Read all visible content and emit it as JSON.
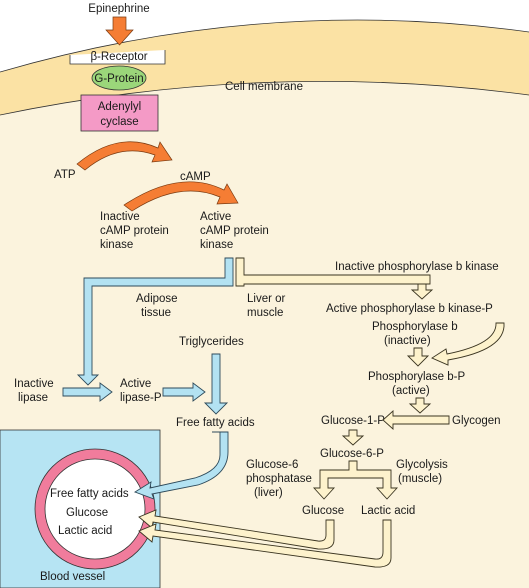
{
  "colors": {
    "cell_fill": "#fbf3dd",
    "membrane": "#fbe2a4",
    "membrane_edge": "#333333",
    "gprotein": "#9bd67a",
    "adenylyl_cyclase": "#f49ac6",
    "orange_arrow": "#f57d34",
    "blue_arrow": "#b3e2f2",
    "yellow_arrow": "#fdf2cc",
    "blood_vessel": "#b6e4f3",
    "vessel_ring": "#f07c9c"
  },
  "labels": {
    "epinephrine": "Epinephrine",
    "beta_receptor": "β-Receptor",
    "g_protein": "G-Protein",
    "cell_membrane": "Cell membrane",
    "adenylyl_cyclase_1": "Adenylyl",
    "adenylyl_cyclase_2": "cyclase",
    "atp": "ATP",
    "camp": "cAMP",
    "inactive_pk_1": "Inactive",
    "inactive_pk_2": "cAMP protein",
    "inactive_pk_3": "kinase",
    "active_pk_1": "Active",
    "active_pk_2": "cAMP protein",
    "active_pk_3": "kinase",
    "inactive_phosphorylase_b_kinase": "Inactive phosphorylase b kinase",
    "adipose_1": "Adipose",
    "adipose_2": "tissue",
    "liver_muscle_1": "Liver or",
    "liver_muscle_2": "muscle",
    "active_phosphorylase_b_kinase_p": "Active phosphorylase b kinase-P",
    "phosphorylase_b_1": "Phosphorylase b",
    "phosphorylase_b_2": "(inactive)",
    "triglycerides": "Triglycerides",
    "phosphorylase_bp_1": "Phosphorylase b-P",
    "phosphorylase_bp_2": "(active)",
    "inactive_lipase_1": "Inactive",
    "inactive_lipase_2": "lipase",
    "active_lipase_1": "Active",
    "active_lipase_2": "lipase-P",
    "free_fatty_acids": "Free fatty acids",
    "glucose_1_p": "Glucose-1-P",
    "glycogen": "Glycogen",
    "glucose_6_p": "Glucose-6-P",
    "g6p_phosphatase_1": "Glucose-6",
    "g6p_phosphatase_2": "phosphatase",
    "g6p_phosphatase_3": "(liver)",
    "glycolysis_1": "Glycolysis",
    "glycolysis_2": "(muscle)",
    "glucose": "Glucose",
    "lactic_acid": "Lactic acid",
    "vessel_free_fatty_acids": "Free fatty acids",
    "vessel_glucose": "Glucose",
    "vessel_lactic_acid": "Lactic acid",
    "blood_vessel": "Blood vessel"
  }
}
